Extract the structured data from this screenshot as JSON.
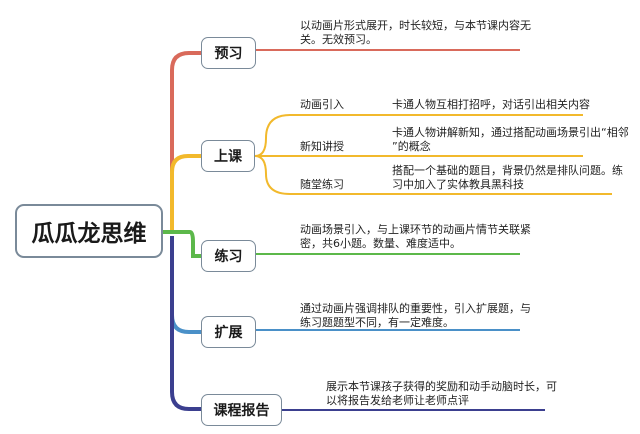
{
  "root": {
    "label": "瓜瓜龙思维"
  },
  "branches": [
    {
      "label": "预习",
      "color": "#d96a5b",
      "note_lines": [
        "以动画片形式展开，时长较短，与本节课内容无",
        "关。无效预习。"
      ]
    },
    {
      "label": "上课",
      "color": "#f2b92c",
      "items": [
        {
          "label": "动画引入",
          "note_lines": [
            "卡通人物互相打招呼，对话引出相关内容"
          ]
        },
        {
          "label": "新知讲授",
          "note_lines": [
            "卡通人物讲解新知，通过搭配动画场景引出“相邻",
            "”的概念"
          ]
        },
        {
          "label": "随堂练习",
          "note_lines": [
            "搭配一个基础的题目，背景仍然是排队问题。练",
            "习中加入了实体教具黑科技"
          ]
        }
      ]
    },
    {
      "label": "练习",
      "color": "#5cb84a",
      "note_lines": [
        "动画场景引入，与上课环节的动画片情节关联紧",
        "密，共6小题。数量、难度适中。"
      ]
    },
    {
      "label": "扩展",
      "color": "#4a90c8",
      "note_lines": [
        "通过动画片强调排队的重要性，引入扩展题，与",
        "练习题题型不同，有一定难度。"
      ]
    },
    {
      "label": "课程报告",
      "color": "#3b3f8f",
      "note_lines": [
        "展示本节课孩子获得的奖励和动手动脑时长，可",
        "以将报告发给老师让老师点评"
      ]
    }
  ]
}
